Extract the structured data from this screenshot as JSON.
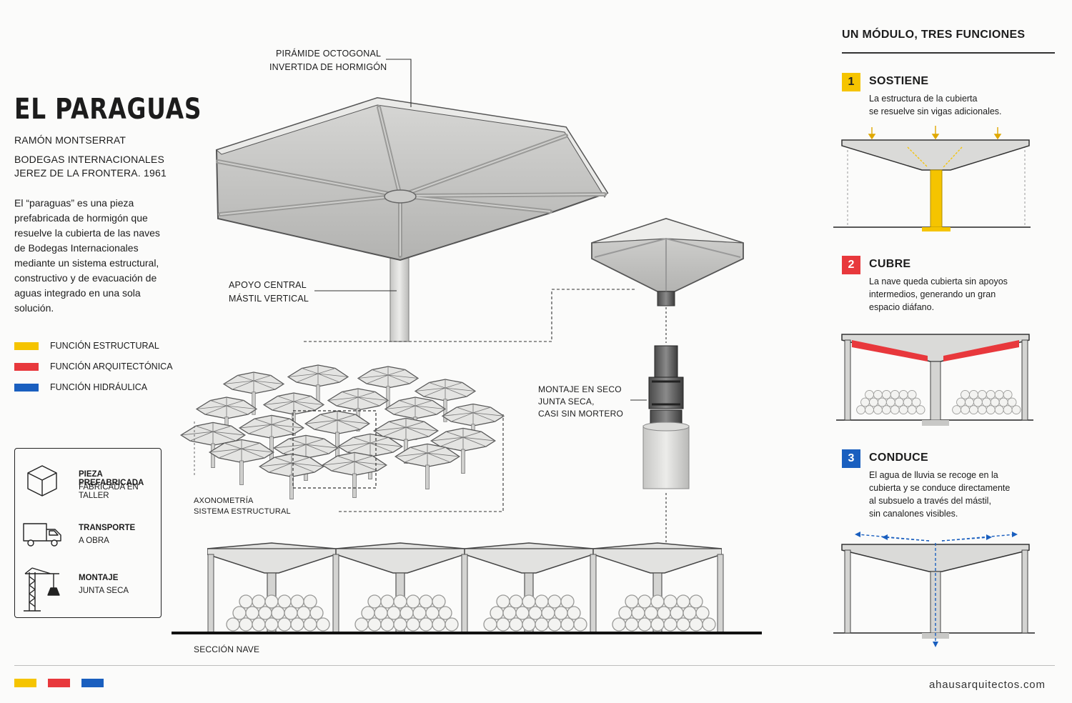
{
  "header": {
    "title": "EL PARAGUAS",
    "architect": "RAMÓN MONTSERRAT",
    "project_line1": "BODEGAS INTERNACIONALES",
    "project_line2": "JEREZ DE LA FRONTERA. 1961"
  },
  "description": "El “paraguas” es una pieza prefabricada de hormigón que resuelve la cubierta de las naves de Bodegas Internacionales mediante un sistema estructural, constructivo y de evacuación de aguas integrado en una sola solución.",
  "legend": [
    {
      "label": "FUNCIÓN ESTRUCTURAL",
      "color": "#f5c400"
    },
    {
      "label": "FUNCIÓN ARQUITECTÓNICA",
      "color": "#e8383c"
    },
    {
      "label": "FUNCIÓN HIDRÁULICA",
      "color": "#1a5fbf"
    }
  ],
  "process": [
    {
      "title": "PIEZA PREFABRICADA",
      "subtitle": "FABRICADA EN TALLER",
      "icon": "cube-icon"
    },
    {
      "title": "TRANSPORTE",
      "subtitle": "A OBRA",
      "icon": "truck-icon"
    },
    {
      "title": "MONTAJE",
      "subtitle": "JUNTA SECA",
      "icon": "crane-icon"
    }
  ],
  "callouts": {
    "pyramid_line1": "PIRÁMIDE OCTOGONAL",
    "pyramid_line2": "INVERTIDA DE HORMIGÓN",
    "support_line1": "APOYO CENTRAL",
    "support_line2": "MÁSTIL VERTICAL",
    "mount_line1": "MONTAJE EN SECO",
    "mount_line2": "JUNTA SECA,",
    "mount_line3": "CASI SIN MORTERO",
    "axon_line1": "AXONOMETRÍA",
    "axon_line2": "SISTEMA ESTRUCTURAL",
    "section": "SECCIÓN NAVE"
  },
  "functions": {
    "heading": "UN MÓDULO, TRES FUNCIONES",
    "items": [
      {
        "number": "1",
        "title": "SOSTIENE",
        "color": "#f5c400",
        "lines": [
          "La estructura de la cubierta",
          "se resuelve sin vigas adicionales."
        ]
      },
      {
        "number": "2",
        "title": "CUBRE",
        "color": "#e8383c",
        "lines": [
          "La nave queda cubierta sin apoyos",
          "intermedios, generando un gran",
          "espacio diáfano."
        ]
      },
      {
        "number": "3",
        "title": "CONDUCE",
        "color": "#1a5fbf",
        "lines": [
          "El agua de lluvia se recoge en la",
          "cubierta y se conduce directamente",
          "al subsuelo a través del mástil,",
          "sin canalones visibles."
        ]
      }
    ]
  },
  "footer": {
    "site": "ahausarquitectos.com",
    "colors": [
      "#f5c400",
      "#e8383c",
      "#1a5fbf"
    ]
  }
}
